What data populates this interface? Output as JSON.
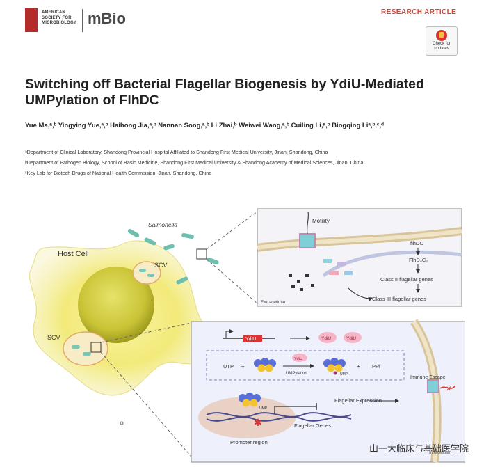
{
  "header": {
    "publisher": "AMERICAN SOCIETY FOR MICROBIOLOGY",
    "publisher_lines": [
      "AMERICAN",
      "SOCIETY FOR",
      "MICROBIOLOGY"
    ],
    "journal": "mBio",
    "article_type": "RESEARCH ARTICLE",
    "check_updates_lines": [
      "Check for",
      "updates"
    ]
  },
  "title_lines": [
    "Switching off Bacterial Flagellar Biogenesis by YdiU-Mediated",
    "UMPylation of FlhDC"
  ],
  "authors": "Yue Ma,ᵃ,ᵇ Yingying Yue,ᵃ,ᵇ Haihong Jia,ᵃ,ᵇ Nannan Song,ᵃ,ᵇ Li Zhai,ᵇ Weiwei Wang,ᵃ,ᵇ Cuiling Li,ᵃ,ᵇ Bingqing Liᵃ,ᵇ,ᶜ,ᵈ",
  "affiliations": [
    "ᵃDepartment of Clinical Laboratory, Shandong Provincial Hospital Affiliated to Shandong First Medical University, Jinan, Shandong, China",
    "ᵇDepartment of Pathogen Biology, School of Basic Medicine, Shandong First Medical University & Shandong Academy of Medical Sciences, Jinan, China",
    "ᶜKey Lab for Biotech-Drugs of National Health Commission, Jinan, Shandong, China"
  ],
  "figure": {
    "salmonella": "Salmonella",
    "host_cell": "Host Cell",
    "scv": "SCV",
    "motility": "Motility",
    "flhdc_gene": "flhDC",
    "flhdc_protein": "FlhD₄C₂",
    "class2": "Class II flagellar genes",
    "class3": "Class III flagellar genes",
    "extracellular": "Extracellular",
    "ydiu": "YdiU",
    "utp": "UTP",
    "plus": "+",
    "umpylation": "UMPylation",
    "ump": "UMP",
    "ppi": "PPi",
    "immune_escape": "Immune Escape",
    "flagellar_expression": "Flagellar Expression",
    "flagellar_genes": "Flagellar Genes",
    "promoter_region": "Promoter region",
    "intracellular": "Intracellular"
  },
  "watermark": "山一大临床与基础医学院",
  "colors": {
    "accent_red": "#d2453a",
    "logo_red": "#b52d2a",
    "host_yellow": "#f2ea7a",
    "bacteria_teal": "#6fbfae"
  }
}
